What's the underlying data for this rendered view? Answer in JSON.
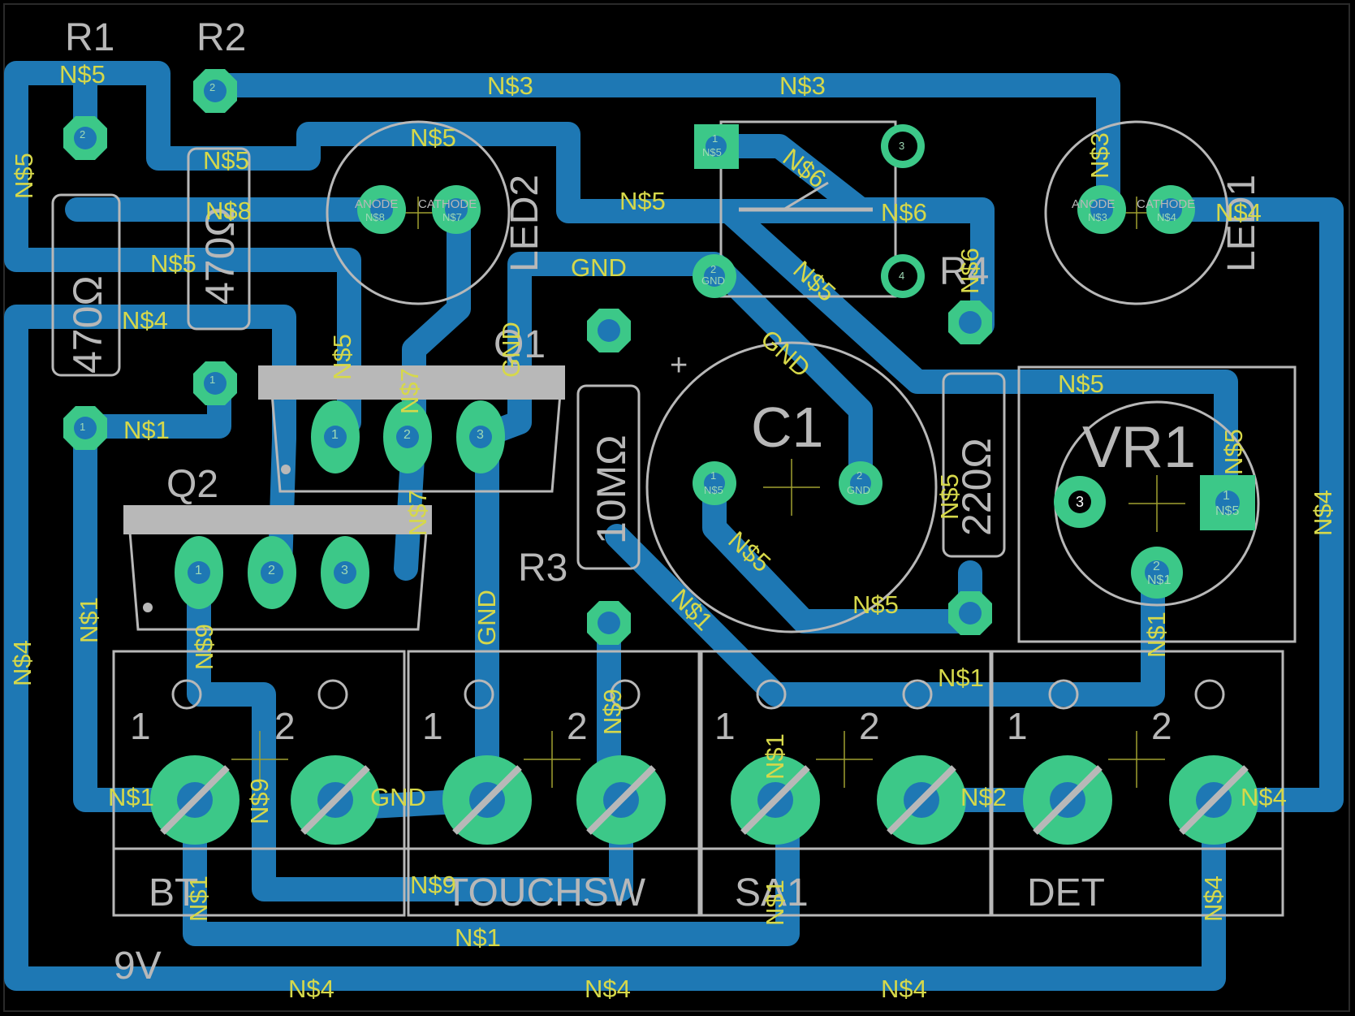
{
  "colors": {
    "background": "#000000",
    "copper": "#1e78b4",
    "pad": "#3cc888",
    "pad_hole": "#1e78b4",
    "silkscreen": "#b8b8b8",
    "net_label": "#d6d84a"
  },
  "components": {
    "r1": {
      "name": "R1",
      "value": "470Ω"
    },
    "r2": {
      "name": "R2",
      "value": "470Ω"
    },
    "r3": {
      "name": "R3",
      "value": "10MΩ"
    },
    "r4": {
      "name": "R4",
      "value": "220Ω"
    },
    "led1": {
      "name": "LED1",
      "anode": "ANODE",
      "cathode": "CATHODE"
    },
    "led2": {
      "name": "LED2",
      "anode": "ANODE",
      "cathode": "CATHODE"
    },
    "q1": {
      "name": "Q1"
    },
    "q2": {
      "name": "Q2"
    },
    "c1": {
      "name": "C1",
      "polarity": "+"
    },
    "vr1": {
      "name": "VR1"
    },
    "bt": {
      "name": "BT",
      "voltage": "9V"
    },
    "touchsw": {
      "name": "TOUCHSW"
    },
    "sa1": {
      "name": "SA1"
    },
    "det": {
      "name": "DET"
    }
  },
  "terminal_labels": {
    "one": "1",
    "two": "2"
  },
  "nets": {
    "n1": "N$1",
    "n2": "N$2",
    "n3": "N$3",
    "n4": "N$4",
    "n5": "N$5",
    "n6": "N$6",
    "n7": "N$7",
    "n8": "N$8",
    "n9": "N$9",
    "gnd": "GND"
  },
  "pins": {
    "p1": "1",
    "p2": "2",
    "p3": "3",
    "p4": "4"
  }
}
